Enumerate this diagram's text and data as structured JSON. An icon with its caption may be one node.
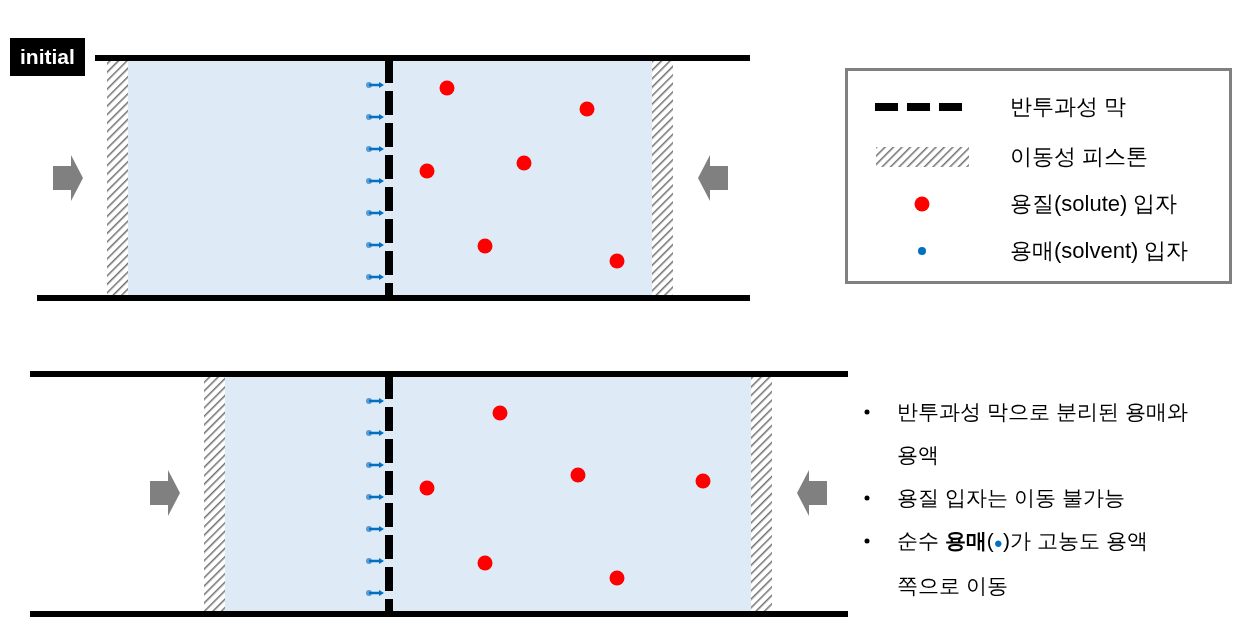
{
  "diagram": {
    "labels": [
      "initial",
      "반투과성 막으로 분리된 용매와 용액",
      "용질 입자는 이동 불가능",
      "순수 **용매**(●)가 고농도 용액 쪽으로 이동"
    ],
    "legend": [
      {
        "text": "반투과성 막"
      },
      {
        "text": "이동성 피스톤"
      },
      {
        "text": "용질(solute) 입자",
        "color": "#ff0000"
      },
      {
        "text": "용매(solvent) 입자",
        "color": "#0070c0"
      }
    ]
  }
}
